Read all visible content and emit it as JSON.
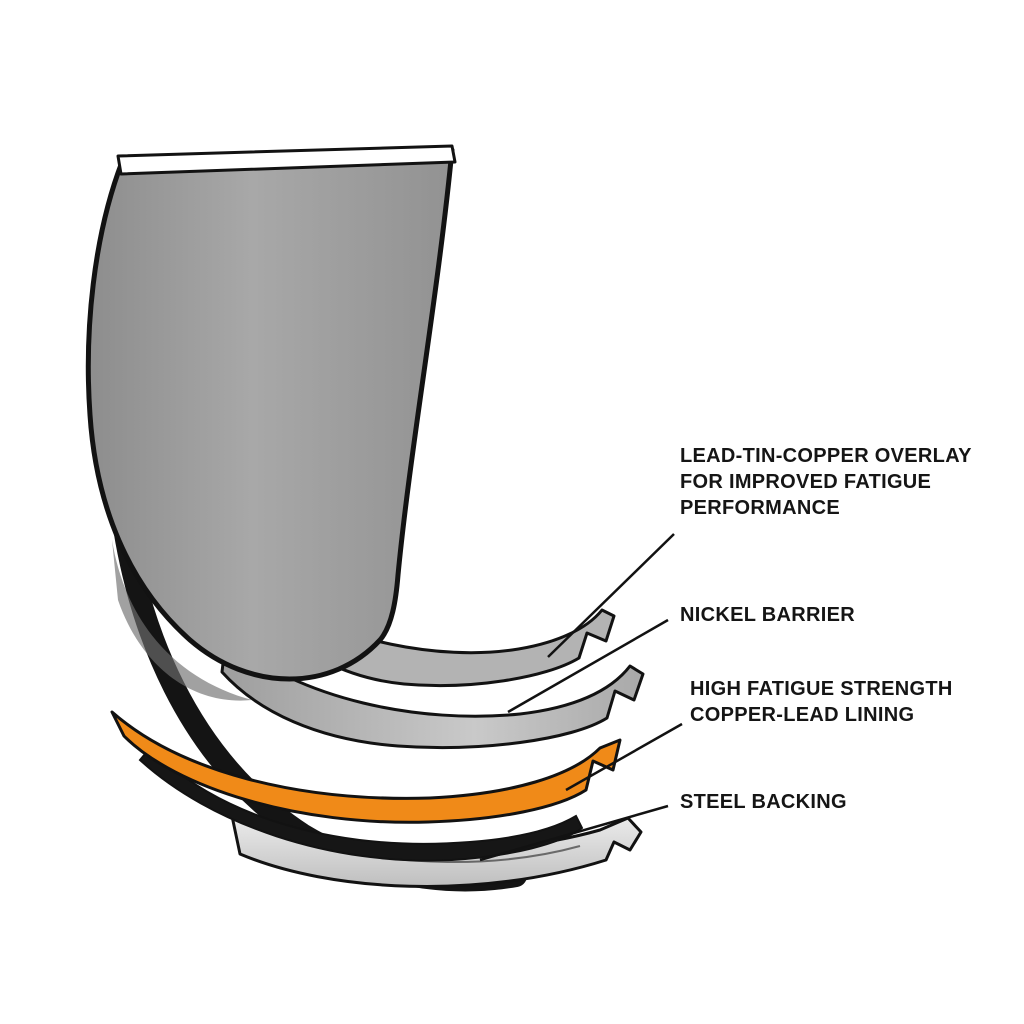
{
  "diagram": {
    "subject": "engine-bearing-layer-cutaway",
    "labels": {
      "overlay": "LEAD-TIN-COPPER OVERLAY\nFOR IMPROVED FATIGUE\nPERFORMANCE",
      "nickel": "NICKEL BARRIER",
      "copper_lead": "HIGH FATIGUE STRENGTH\nCOPPER-LEAD LINING",
      "steel": "STEEL BACKING"
    },
    "colors": {
      "copper_lead_layer": "#F08A18",
      "shell_gray": "#9C9C9C",
      "sheet_gray_light": "#BDBDBD",
      "steel_sheet": "#E3E3E3",
      "outline": "#121212",
      "background": "#FFFFFF"
    },
    "layers": [
      {
        "order": 1,
        "name": "lead-tin-copper-overlay"
      },
      {
        "order": 2,
        "name": "nickel-barrier"
      },
      {
        "order": 3,
        "name": "copper-lead-lining"
      },
      {
        "order": 4,
        "name": "steel-backing"
      }
    ]
  }
}
